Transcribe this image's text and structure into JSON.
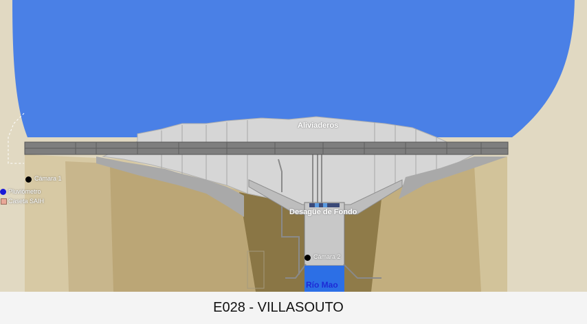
{
  "scene": {
    "colors": {
      "reservoir": "#4a80e6",
      "river": "#2c6fe6",
      "rock_light": "#e0d8c0",
      "rock_mid": "#c9b78f",
      "rock_dark": "#8e7a48",
      "concrete": "#d6d6d6",
      "crest": "#7d7d7d",
      "footer": "#f4f4f4"
    },
    "labels": {
      "spillways": "Aliviaderos",
      "bottom_outlet": "Desagüe de Fondo",
      "camera_1": "Cámara 1",
      "camera_2": "Cámara 2",
      "rain_gauge": "Pluviómetro",
      "saih_hut": "Caseta SAIH",
      "river": "Río Mao"
    },
    "markers": {
      "camera_1": {
        "icon": "camera-dot-icon",
        "color": "#000000"
      },
      "camera_2": {
        "icon": "camera-dot-icon",
        "color": "#000000"
      },
      "rain_gauge": {
        "icon": "rain-gauge-dot-icon",
        "color": "#1a1ad8"
      },
      "saih_hut": {
        "icon": "hut-square-icon",
        "color": "#e8a898"
      }
    }
  },
  "footer": {
    "title": "E028 - VILLASOUTO"
  }
}
